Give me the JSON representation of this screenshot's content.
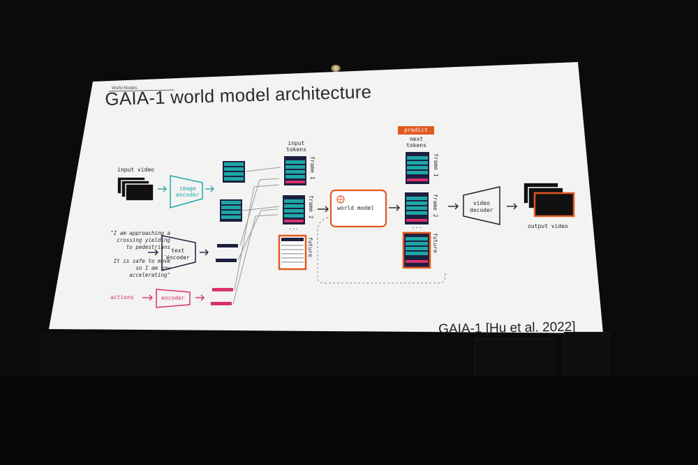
{
  "slide": {
    "breadcrumb": "World Models",
    "title": "GAIA-1 world model architecture",
    "citation": "GAIA-1 [Hu et al. 2022]"
  },
  "diagram": {
    "input_video_label": "input video",
    "image_encoder_label": [
      "image",
      "encoder"
    ],
    "text_encoder_label": [
      "text",
      "encoder"
    ],
    "action_encoder_label": "encoder",
    "actions_label": "actions",
    "quote_lines": [
      "\"I am approaching a",
      "crossing yielding",
      "to pedestrians",
      "...",
      "It is safe to move",
      "so I am now",
      "accelerating\""
    ],
    "input_tokens_label": [
      "input",
      "tokens"
    ],
    "world_model_label": "world model",
    "predict_badge": "predict",
    "next_tokens_label": [
      "next",
      "tokens"
    ],
    "frame1_label": "frame 1",
    "frame2_label": "frame 2",
    "future_label": "future",
    "ellipsis": "...",
    "video_decoder_label": [
      "video",
      "decoder"
    ],
    "output_video_label": "output video"
  },
  "colors": {
    "teal": "#1fa7a8",
    "dark_navy": "#1c1f3f",
    "pink": "#d9306b",
    "orange": "#e2581f",
    "screen": "#f3f3f1",
    "background": "#0b0b0d"
  },
  "icons": [
    "world-model-icon"
  ]
}
